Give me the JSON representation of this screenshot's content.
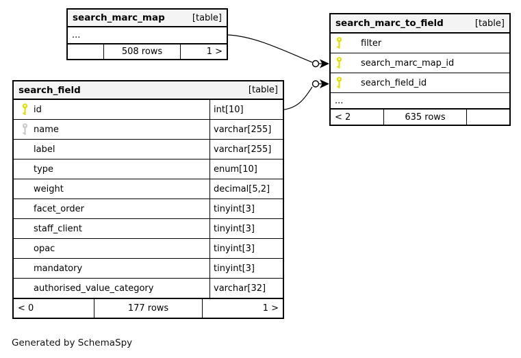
{
  "page": {
    "generated_by": "Generated by SchemaSpy"
  },
  "colors": {
    "border": "#000000",
    "header_bg": "#f4f4f4",
    "row_bg": "#ffffff",
    "primary_key": "#dfdf00",
    "index_key": "#c9c9c9",
    "relationship_line": "#000000"
  },
  "tables": [
    {
      "name": "search_marc_map",
      "tag": "[table]",
      "ellipsis": "...",
      "footer": {
        "left": "",
        "center": "508 rows",
        "right": "1 >"
      }
    },
    {
      "name": "search_marc_to_field",
      "tag": "[table]",
      "columns": [
        {
          "name": "filter",
          "key": "primary"
        },
        {
          "name": "search_marc_map_id",
          "key": "primary"
        },
        {
          "name": "search_field_id",
          "key": "primary"
        }
      ],
      "ellipsis": "...",
      "footer": {
        "left": "< 2",
        "center": "635 rows",
        "right": ""
      }
    },
    {
      "name": "search_field",
      "tag": "[table]",
      "columns": [
        {
          "name": "id",
          "type": "int[10]",
          "key": "primary"
        },
        {
          "name": "name",
          "type": "varchar[255]",
          "key": "index"
        },
        {
          "name": "label",
          "type": "varchar[255]",
          "key": ""
        },
        {
          "name": "type",
          "type": "enum[10]",
          "key": ""
        },
        {
          "name": "weight",
          "type": "decimal[5,2]",
          "key": ""
        },
        {
          "name": "facet_order",
          "type": "tinyint[3]",
          "key": ""
        },
        {
          "name": "staff_client",
          "type": "tinyint[3]",
          "key": ""
        },
        {
          "name": "opac",
          "type": "tinyint[3]",
          "key": ""
        },
        {
          "name": "mandatory",
          "type": "tinyint[3]",
          "key": ""
        },
        {
          "name": "authorised_value_category",
          "type": "varchar[32]",
          "key": ""
        }
      ],
      "footer": {
        "left": "< 0",
        "center": "177 rows",
        "right": "1 >"
      }
    }
  ],
  "relationships": [
    {
      "from": "search_marc_map",
      "to": "search_marc_to_field.search_marc_map_id"
    },
    {
      "from": "search_field.id",
      "to": "search_marc_to_field.search_field_id"
    }
  ]
}
